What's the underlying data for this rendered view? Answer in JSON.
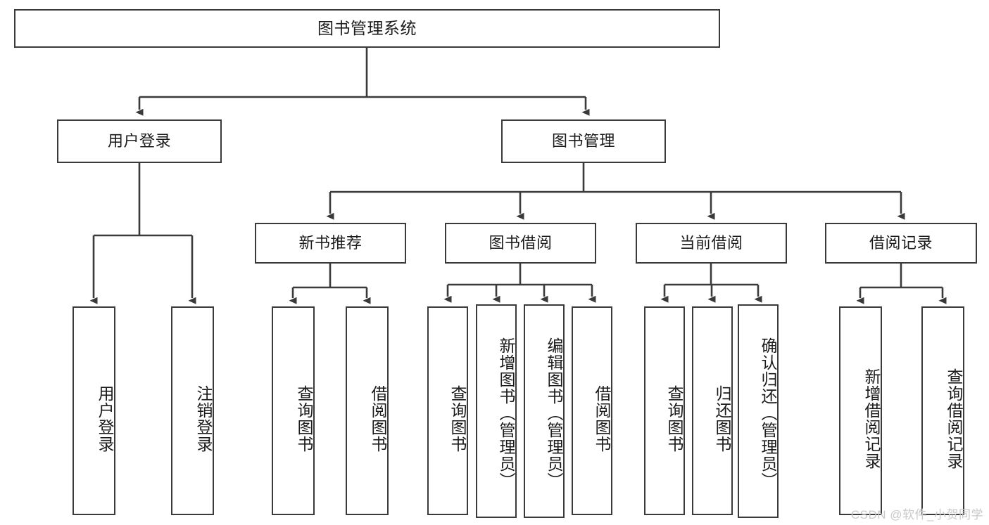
{
  "diagram": {
    "type": "tree-hierarchy-chart",
    "title": "图书管理系统",
    "stroke_color": "#3a3a3a",
    "fill_color": "#ffffff",
    "text_color": "#1b1b1b",
    "levels": [
      {
        "level": 1,
        "nodes": [
          {
            "id": "root",
            "label": "图书管理系统",
            "orientation": "horizontal"
          }
        ]
      },
      {
        "level": 2,
        "nodes": [
          {
            "id": "login",
            "label": "用户登录",
            "orientation": "horizontal",
            "parent": "root"
          },
          {
            "id": "bookmgmt",
            "label": "图书管理",
            "orientation": "horizontal",
            "parent": "root"
          }
        ]
      },
      {
        "level": 3,
        "nodes": [
          {
            "id": "newbook",
            "label": "新书推荐",
            "orientation": "horizontal",
            "parent": "bookmgmt"
          },
          {
            "id": "borrow",
            "label": "图书借阅",
            "orientation": "horizontal",
            "parent": "bookmgmt"
          },
          {
            "id": "current",
            "label": "当前借阅",
            "orientation": "horizontal",
            "parent": "bookmgmt"
          },
          {
            "id": "records",
            "label": "借阅记录",
            "orientation": "horizontal",
            "parent": "bookmgmt"
          }
        ]
      },
      {
        "level": 4,
        "nodes": [
          {
            "id": "leaf-user-login",
            "label": "用户登录",
            "orientation": "vertical",
            "parent": "login"
          },
          {
            "id": "leaf-user-logout",
            "label": "注销登录",
            "orientation": "vertical",
            "parent": "login"
          },
          {
            "id": "leaf-query-book-new",
            "label": "查询图书",
            "orientation": "vertical",
            "parent": "newbook"
          },
          {
            "id": "leaf-borrow-book-new",
            "label": "借阅图书",
            "orientation": "vertical",
            "parent": "newbook"
          },
          {
            "id": "leaf-query-book-borrow",
            "label": "查询图书",
            "orientation": "vertical",
            "parent": "borrow"
          },
          {
            "id": "leaf-add-book",
            "label": "新增图书（管理员）",
            "orientation": "vertical",
            "parent": "borrow"
          },
          {
            "id": "leaf-edit-book",
            "label": "编辑图书（管理员）",
            "orientation": "vertical",
            "parent": "borrow"
          },
          {
            "id": "leaf-borrow-book",
            "label": "借阅图书",
            "orientation": "vertical",
            "parent": "borrow"
          },
          {
            "id": "leaf-query-book-current",
            "label": "查询图书",
            "orientation": "vertical",
            "parent": "current"
          },
          {
            "id": "leaf-return-book",
            "label": "归还图书",
            "orientation": "vertical",
            "parent": "current"
          },
          {
            "id": "leaf-confirm-return",
            "label": "确认归还（管理员）",
            "orientation": "vertical",
            "parent": "current"
          },
          {
            "id": "leaf-add-record",
            "label": "新增借阅记录",
            "orientation": "vertical",
            "parent": "records"
          },
          {
            "id": "leaf-query-record",
            "label": "查询借阅记录",
            "orientation": "vertical",
            "parent": "records"
          }
        ]
      }
    ]
  },
  "watermark": {
    "text": "CSDN @软件_小贺同学"
  }
}
